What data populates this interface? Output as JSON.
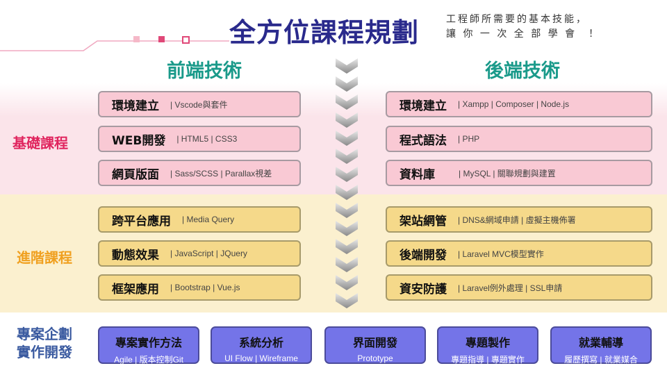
{
  "title": "全方位課程規劃",
  "subtitle_line1": "工程師所需要的基本技能，",
  "subtitle_line2": "讓 你 一 次 全 部 學 會　！",
  "columns": {
    "frontend": "前端技術",
    "backend": "後端技術"
  },
  "rows": {
    "basic": "基礎課程",
    "advanced": "進階課程",
    "project_line1": "專案企劃",
    "project_line2": "實作開發"
  },
  "frontend_cards": [
    {
      "name": "環境建立",
      "detail": "|  Vscode與套件"
    },
    {
      "name": "WEB開發",
      "detail": "|  HTML5  |  CSS3"
    },
    {
      "name": "網頁版面",
      "detail": "|  Sass/SCSS  |  Parallax視差"
    },
    {
      "name": "跨平台應用",
      "detail": "|  Media Query"
    },
    {
      "name": "動態效果",
      "detail": "|  JavaScript  |  JQuery"
    },
    {
      "name": "框架應用",
      "detail": "|  Bootstrap  |  Vue.js"
    }
  ],
  "backend_cards": [
    {
      "name": "環境建立",
      "detail": "|  Xampp  |  Composer  |  Node.js"
    },
    {
      "name": "程式語法",
      "detail": "|  PHP"
    },
    {
      "name": "資料庫",
      "detail": "|  MySQL  |  關聯規劃與建置"
    },
    {
      "name": "架站網管",
      "detail": "|  DNS&網域申請  |  虛擬主機佈署"
    },
    {
      "name": "後端開發",
      "detail": "|  Laravel  MVC模型實作"
    },
    {
      "name": "資安防護",
      "detail": "|  Laravel例外處理   |  SSL申請"
    }
  ],
  "project_cards": [
    {
      "title": "專案實作方法",
      "sub": "Agile  | 版本控制Git"
    },
    {
      "title": "系統分析",
      "sub": "UI Flow  |  Wireframe"
    },
    {
      "title": "界面開發",
      "sub": "Prototype"
    },
    {
      "title": "專題製作",
      "sub": "專題指導  | 專題實作"
    },
    {
      "title": "就業輔導",
      "sub": "履歷撰寫  | 就業媒合"
    }
  ],
  "colors": {
    "title": "#2a2a8c",
    "column_head": "#1a9a8a",
    "basic_label": "#e0245e",
    "advanced_label": "#f0a020",
    "project_label": "#3a5aa0"
  }
}
